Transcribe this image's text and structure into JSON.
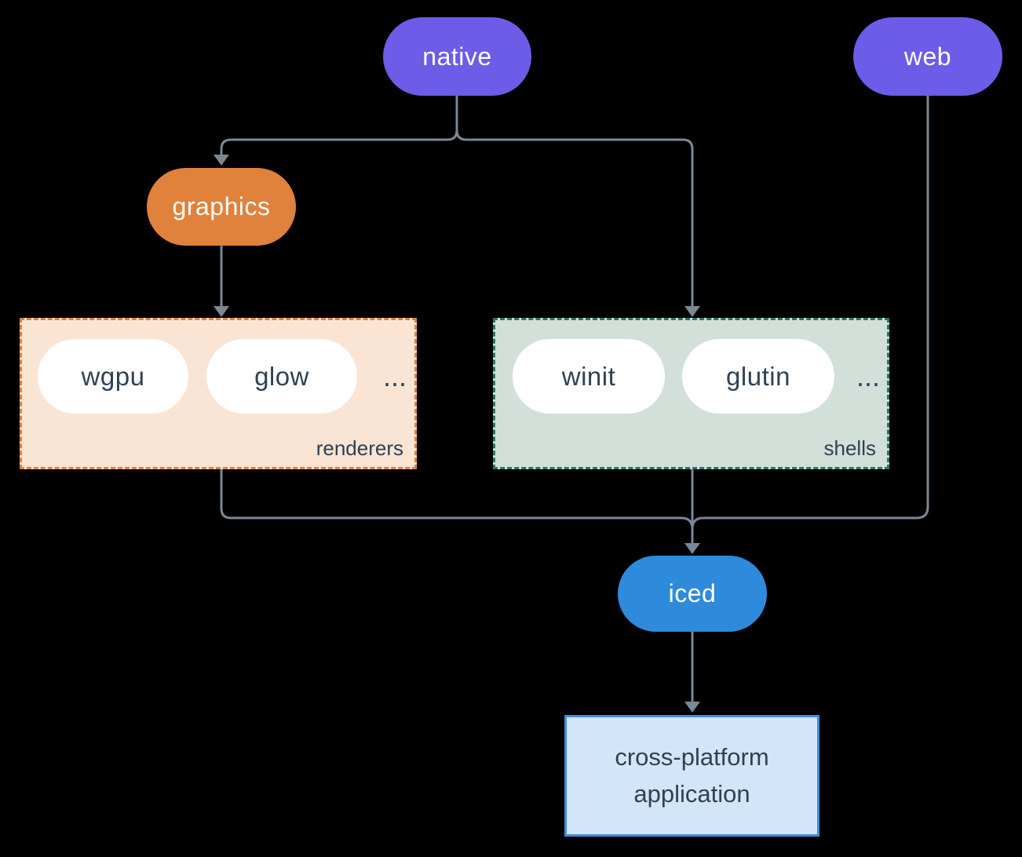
{
  "diagram": {
    "background": "#000000",
    "connector_color": "#7A8895",
    "text_dark": "#2F4154",
    "nodes": {
      "native": {
        "label": "native",
        "color": "#6C5CE7"
      },
      "web": {
        "label": "web",
        "color": "#6C5CE7"
      },
      "graphics": {
        "label": "graphics",
        "color": "#E0813C"
      },
      "wgpu": {
        "label": "wgpu",
        "color": "#FFFFFF"
      },
      "glow": {
        "label": "glow",
        "color": "#FFFFFF"
      },
      "winit": {
        "label": "winit",
        "color": "#FFFFFF"
      },
      "glutin": {
        "label": "glutin",
        "color": "#FFFFFF"
      },
      "iced": {
        "label": "iced",
        "color": "#2E8BDC"
      },
      "application": {
        "label": "cross-platform application",
        "fill": "#D3E5F8",
        "border": "#3C8EE0"
      }
    },
    "groups": {
      "renderers": {
        "label": "renderers",
        "ellipsis": "...",
        "fill": "#FAE4D3",
        "border": "#E0813C"
      },
      "shells": {
        "label": "shells",
        "ellipsis": "...",
        "fill": "#D3E0DA",
        "border": "#2A7566"
      }
    },
    "edges": [
      {
        "from": "native",
        "to": "graphics"
      },
      {
        "from": "native",
        "to": "shells"
      },
      {
        "from": "graphics",
        "to": "renderers"
      },
      {
        "from": "renderers",
        "to": "iced"
      },
      {
        "from": "shells",
        "to": "iced"
      },
      {
        "from": "web",
        "to": "iced"
      },
      {
        "from": "iced",
        "to": "application"
      }
    ]
  }
}
